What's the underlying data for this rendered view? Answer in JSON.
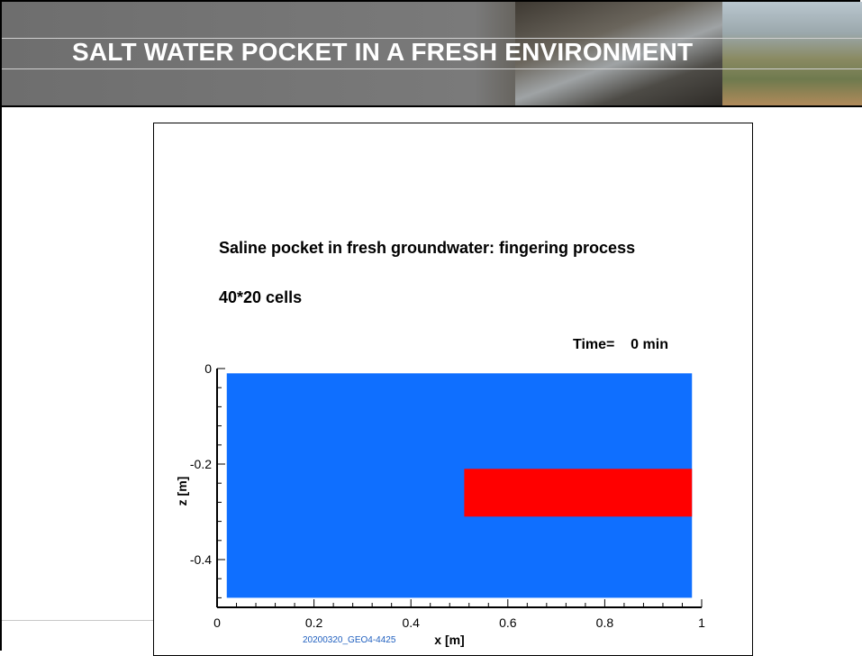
{
  "slide": {
    "title": "SALT WATER POCKET IN A FRESH ENVIRONMENT",
    "footer": "20200320_GEO4-4425"
  },
  "chart_data": {
    "type": "heatmap",
    "title": "Saline pocket in fresh groundwater: fingering process",
    "subtitle": "40*20 cells",
    "annotation": "Time=    0 min",
    "xlabel": "x [m]",
    "ylabel": "z [m]",
    "xlim": [
      0,
      1
    ],
    "ylim": [
      -0.5,
      0
    ],
    "xticks": [
      "0",
      "0.2",
      "0.4",
      "0.6",
      "0.8",
      "1"
    ],
    "yticks": [
      "0",
      "-0.2",
      "-0.4"
    ],
    "domain": {
      "x": [
        0.02,
        0.98
      ],
      "z": [
        -0.48,
        -0.01
      ],
      "color": "#0f6fff",
      "label": "fresh groundwater"
    },
    "pocket": {
      "x": [
        0.51,
        0.98
      ],
      "z": [
        -0.31,
        -0.21
      ],
      "color": "#ff0000",
      "label": "saline pocket"
    }
  }
}
